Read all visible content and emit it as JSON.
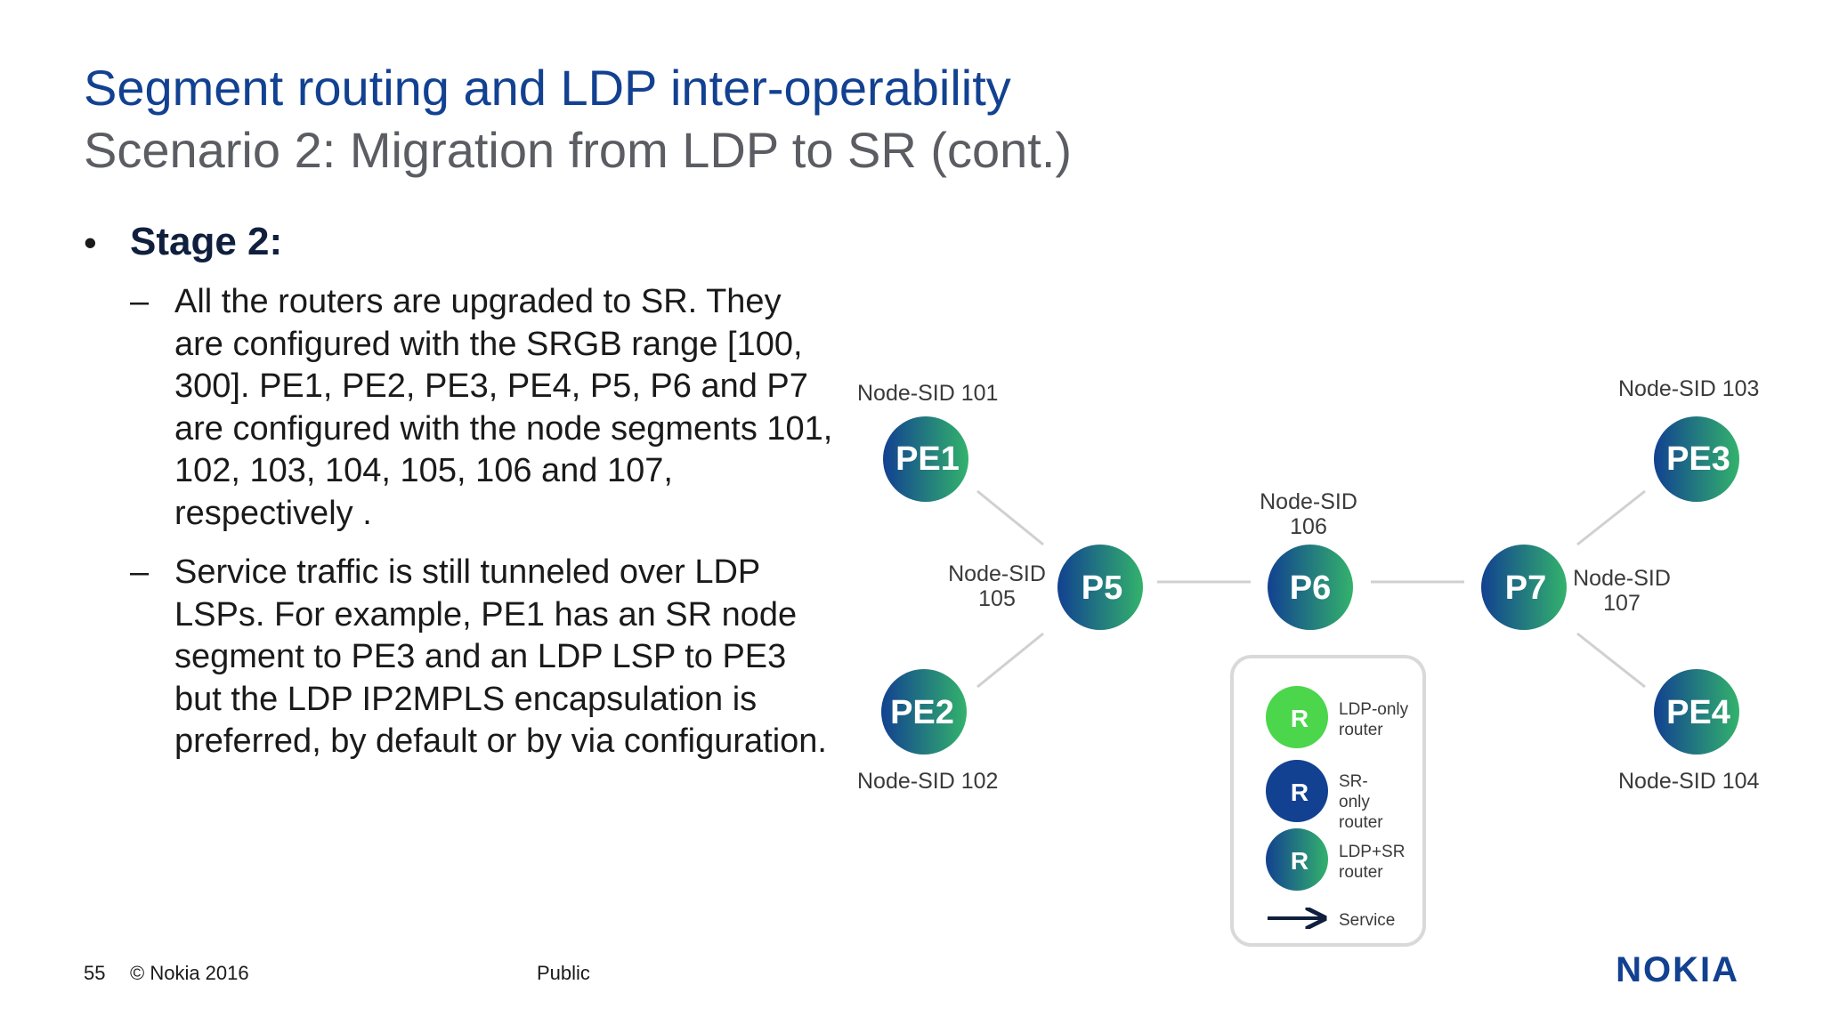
{
  "header": {
    "title": "Segment routing and LDP inter-operability",
    "subtitle": "Scenario 2: Migration from LDP to SR (cont.)"
  },
  "body": {
    "bullet_marker": "•",
    "stage_heading": "Stage 2:",
    "dash_marker": "–",
    "points": [
      "All the routers are upgraded to SR.  They are configured with the SRGB range [100, 300].  PE1, PE2, PE3, PE4, P5, P6 and P7 are configured with the node segments 101, 102, 103, 104, 105, 106 and 107, respectively    .",
      "Service traffic is still tunneled over LDP LSPs.  For example, PE1 has an SR node segment to PE3 and an LDP LSP to PE3 but the LDP IP2MPLS encapsulation is preferred, by default or by via configuration."
    ]
  },
  "diagram": {
    "nodes": [
      {
        "id": "PE1",
        "label": "PE1",
        "sid": [
          "Node-SID 101"
        ]
      },
      {
        "id": "PE2",
        "label": "PE2",
        "sid": [
          "Node-SID 102"
        ]
      },
      {
        "id": "PE3",
        "label": "PE3",
        "sid": [
          "Node-SID 103"
        ]
      },
      {
        "id": "PE4",
        "label": "PE4",
        "sid": [
          "Node-SID 104"
        ]
      },
      {
        "id": "P5",
        "label": "P5",
        "sid": [
          "Node-SID",
          "105"
        ]
      },
      {
        "id": "P6",
        "label": "P6",
        "sid": [
          "Node-SID",
          "106"
        ]
      },
      {
        "id": "P7",
        "label": "P7",
        "sid": [
          "Node-SID",
          "107"
        ]
      }
    ],
    "links": [
      [
        "PE1",
        "P5"
      ],
      [
        "PE2",
        "P5"
      ],
      [
        "P5",
        "P6"
      ],
      [
        "P6",
        "P7"
      ],
      [
        "P7",
        "PE3"
      ],
      [
        "P7",
        "PE4"
      ]
    ],
    "node_type": "LDP+SR",
    "legend": [
      {
        "key": "ldp-only",
        "symbol": "R",
        "lines": [
          "LDP-only",
          "router"
        ],
        "color": "#4cd64c"
      },
      {
        "key": "sr-only",
        "symbol": "R",
        "lines": [
          "SR-",
          "only",
          "router"
        ],
        "color": "#124191"
      },
      {
        "key": "ldp-sr",
        "symbol": "R",
        "lines": [
          "LDP+SR",
          "router"
        ],
        "color_start": "#124191",
        "color_end": "#2fb36a"
      },
      {
        "key": "service",
        "symbol": "arrow",
        "lines": [
          "Service"
        ],
        "color": "#0f1f3d"
      }
    ],
    "colors": {
      "gradient_start": "#124191",
      "gradient_end": "#33b26c",
      "link": "#d0d0d0",
      "legend_border": "#d9d9d9"
    }
  },
  "footer": {
    "page_number": "55",
    "copyright": "© Nokia 2016",
    "classification": "Public",
    "logo_text": "NOKIA"
  }
}
